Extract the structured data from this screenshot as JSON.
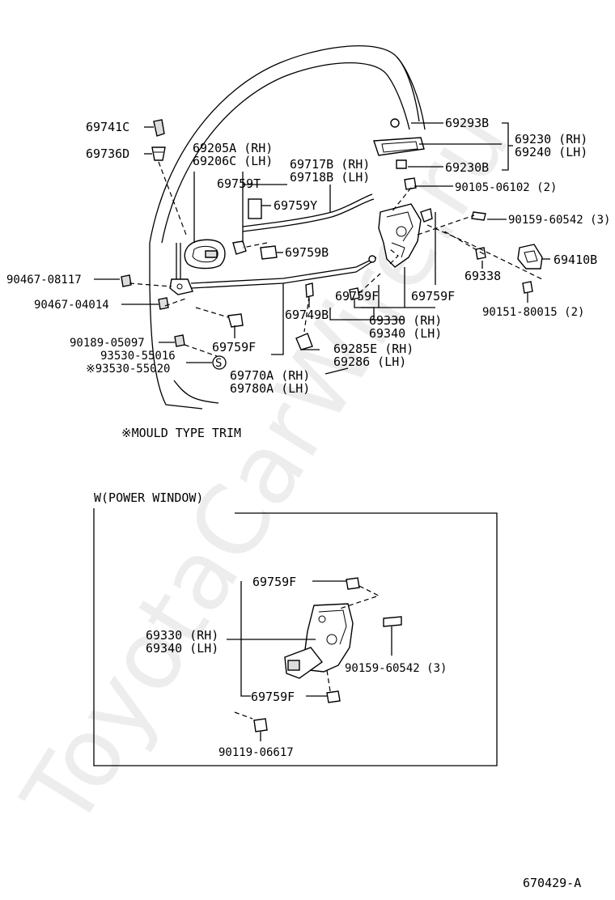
{
  "watermark": "ToyotaCarWire.ru",
  "figure_code": "670429-A",
  "note_mould": "※MOULD TYPE TRIM",
  "power_window_title": "W(POWER WINDOW)",
  "callouts": {
    "p69741C": "69741C",
    "p69736D": "69736D",
    "p69205A": "69205A (RH)",
    "p69206C": "69206C (LH)",
    "p69759T": "69759T",
    "p69717B": "69717B (RH)",
    "p69718B": "69718B (LH)",
    "p69759Y": "69759Y",
    "p69759B": "69759B",
    "p69293B": "69293B",
    "p69230RH": "69230 (RH)",
    "p69240LH": "69240 (LH)",
    "p69230B": "69230B",
    "p90105": "90105-06102 (2)",
    "p90159a": "90159-60542 (3)",
    "p69338": "69338",
    "p69410B": "69410B",
    "p90151": "90151-80015 (2)",
    "p90467a": "90467-08117",
    "p90467b": "90467-04014",
    "p90189": "90189-05097",
    "p93530a": "93530-55016",
    "p93530b": "※93530-55020",
    "p69759F_a": "69759F",
    "p69759F_b": "69759F",
    "p69759F_c": "69759F",
    "p69749B": "69749B",
    "p69330a": "69330 (RH)",
    "p69340a": "69340 (LH)",
    "p69285E": "69285E (RH)",
    "p69286": "69286  (LH)",
    "p69770A": "69770A (RH)",
    "p69780A": "69780A (LH)",
    "s_mark": "S",
    "w69759F_top": "69759F",
    "w69330": "69330 (RH)",
    "w69340": "69340 (LH)",
    "w90159": "90159-60542 (3)",
    "w69759F_bot": "69759F",
    "w90119": "90119-06617"
  }
}
